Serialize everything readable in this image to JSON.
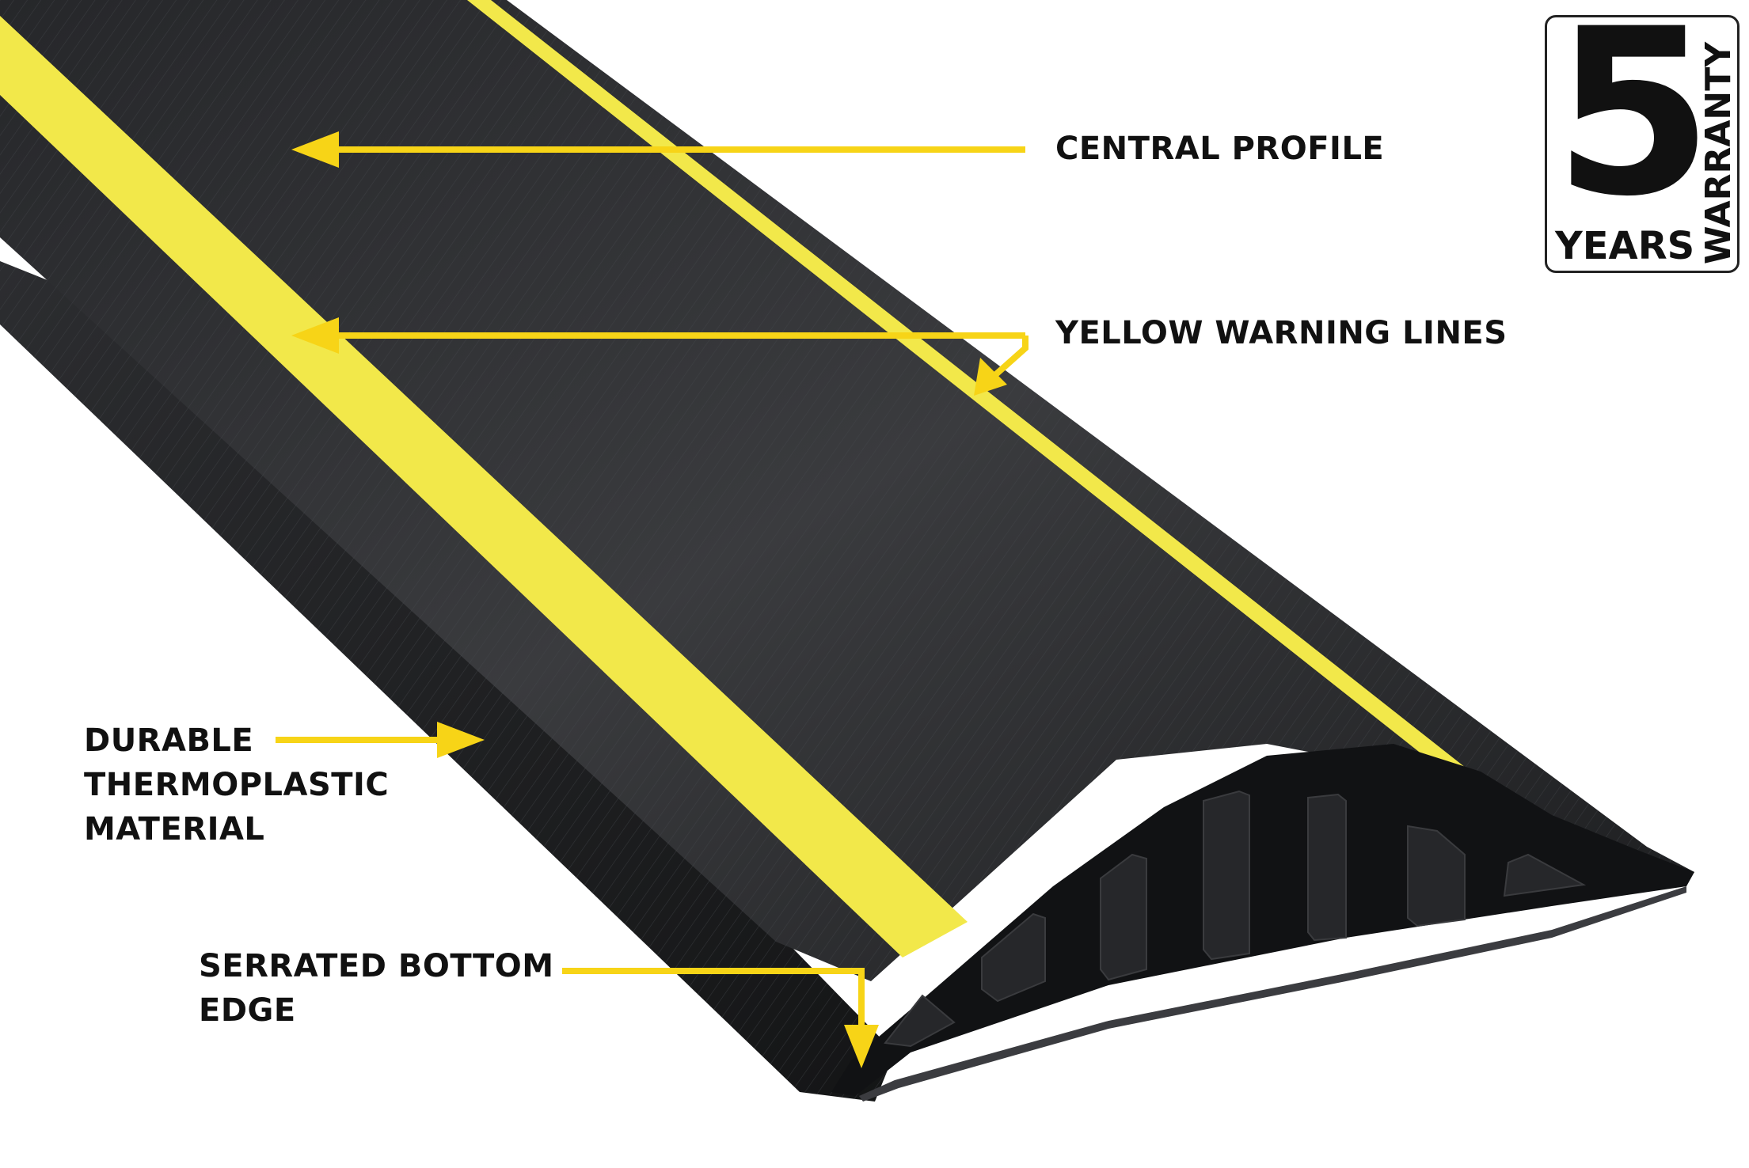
{
  "callouts": {
    "central_profile": "CENTRAL PROFILE",
    "yellow_warning_lines": "YELLOW WARNING LINES",
    "durable_line1": "DURABLE",
    "durable_line2": "THERMOPLASTIC",
    "durable_line3": "MATERIAL",
    "serrated_line1": "SERRATED BOTTOM",
    "serrated_line2": "EDGE"
  },
  "badge": {
    "number": "5",
    "years": "YEARS",
    "warranty": "WARRANTY"
  },
  "colors": {
    "accent_yellow": "#F7D417",
    "stripe_yellow": "#F2E84A",
    "rubber_black": "#1E1F21",
    "text": "#111111"
  }
}
